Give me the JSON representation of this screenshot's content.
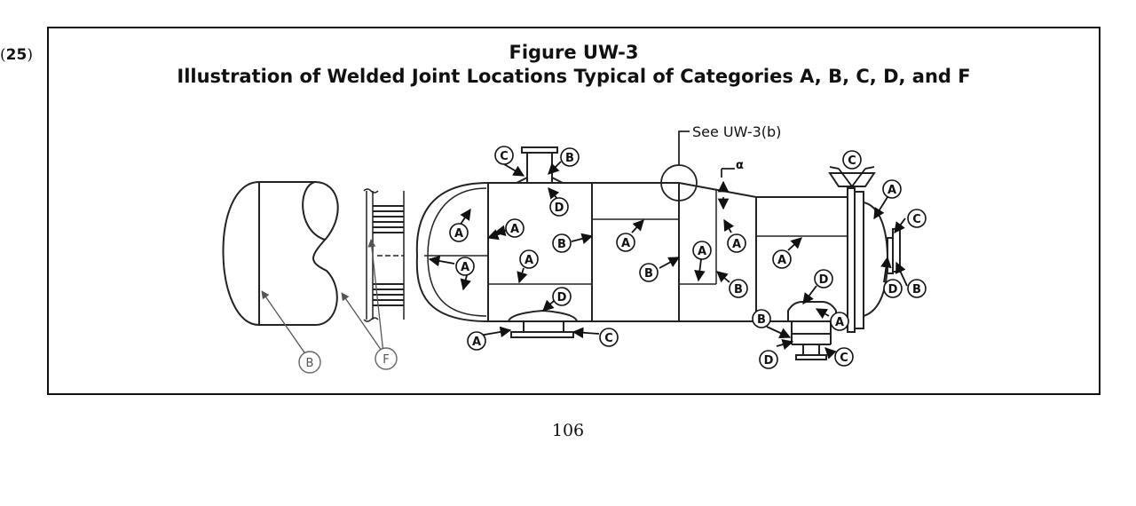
{
  "edition_tag": {
    "open": "(",
    "number": "25",
    "close": ")"
  },
  "figure": {
    "number": "Figure UW-3",
    "caption": "Illustration of Welded Joint Locations Typical of Categories A, B, C, D, and F"
  },
  "callout_reference": "See UW-3(b)",
  "angle_symbol": "α",
  "category_labels": {
    "A": "A",
    "B": "B",
    "C": "C",
    "D": "D",
    "F": "F"
  },
  "page_number": "106"
}
